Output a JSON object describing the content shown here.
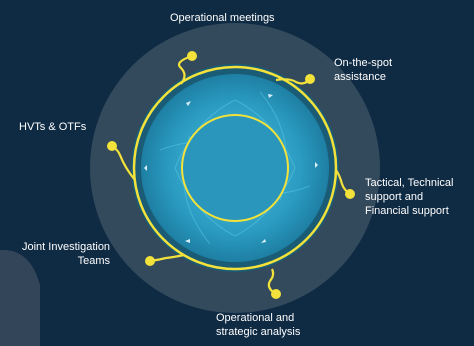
{
  "colors": {
    "background": "#0f2a43",
    "halo": "#32485b",
    "ring_yellow": "#f2e23b",
    "disc_dark": "#1d6f8c",
    "disc_mid": "#2b9bc1",
    "disc_light": "#45b8d8"
  },
  "labels": {
    "operational_meetings": "Operational meetings",
    "on_the_spot": "On-the-spot\nassistance",
    "hvts_otfs": "HVTs & OTFs",
    "tactical": "Tactical, Technical\nsupport and\nFinancial support",
    "joint_investigation": "Joint Investigation\nTeams",
    "operational_analysis": "Operational and\nstrategic analysis"
  }
}
